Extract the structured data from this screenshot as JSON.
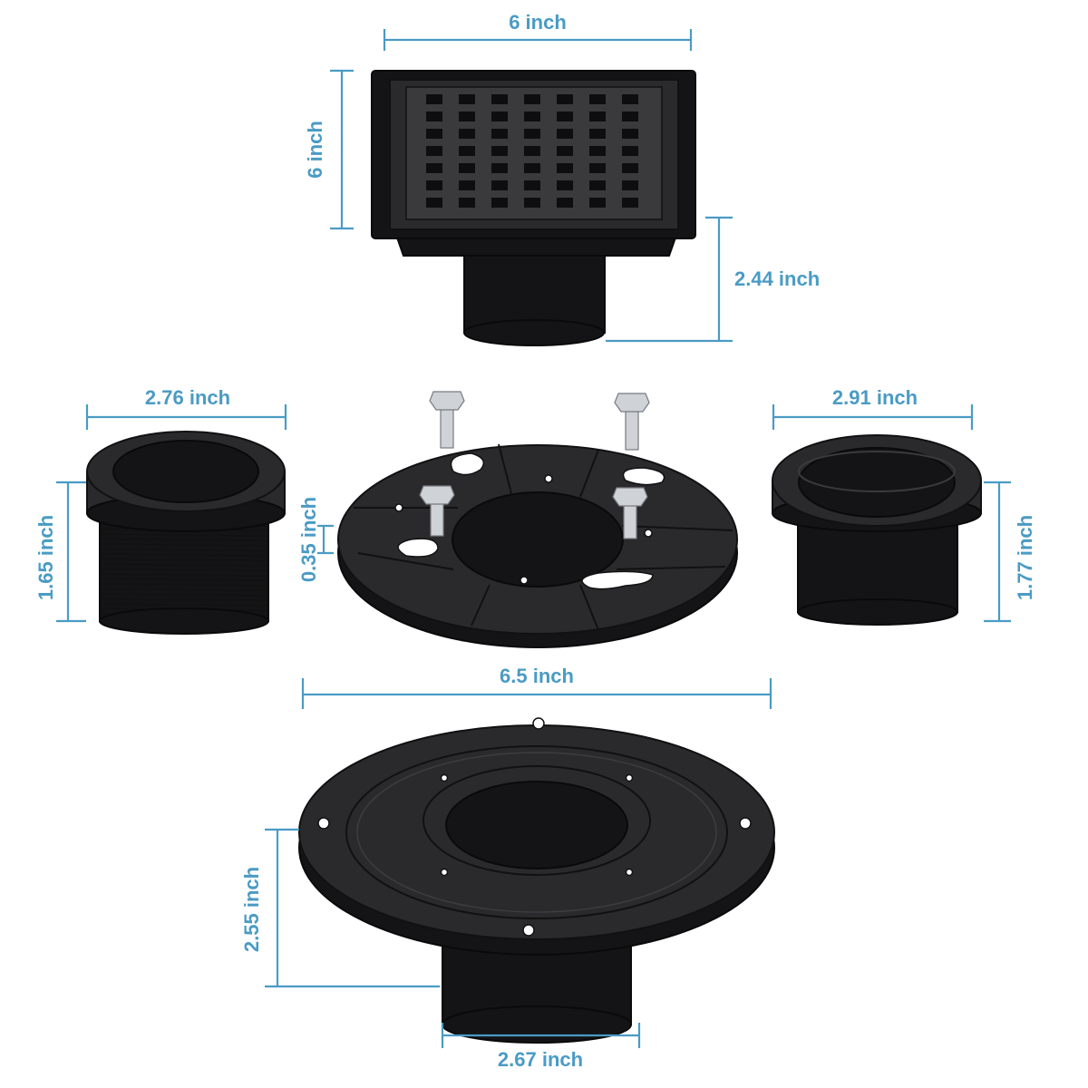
{
  "diagram": {
    "accent_color": "#4a9bc4",
    "part_color": "#2a2a2c",
    "dimensions": {
      "drain_width": "6 inch",
      "drain_length": "6 inch",
      "drain_height": "2.44 inch",
      "threaded_adapter_width": "2.76 inch",
      "threaded_adapter_height": "1.65 inch",
      "clamp_ring_thickness": "0.35 inch",
      "coupling_width": "2.91 inch",
      "coupling_height": "1.77 inch",
      "flange_width": "6.5 inch",
      "flange_height": "2.55 inch",
      "flange_pipe_width": "2.67 inch"
    }
  }
}
